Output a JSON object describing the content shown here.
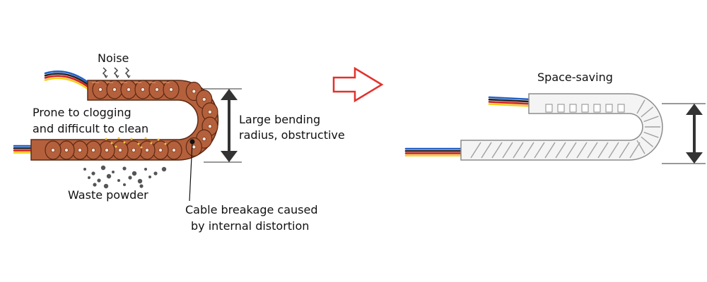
{
  "colors": {
    "chain_fill": "#b5603c",
    "chain_stroke": "#5a2a14",
    "chain_dark": "#7a3a1c",
    "arrow_red": "#e3312b",
    "flat_cable_fill": "#f3f3f3",
    "flat_cable_stroke": "#9a9a9a",
    "wire_blue": "#2060c8",
    "wire_red": "#d42020",
    "wire_yellow": "#f0d020",
    "wire_black": "#222222",
    "dimension_arrow": "#333333"
  },
  "icons": {
    "transition_arrow": "right-arrow-icon",
    "height_arrow": "double-headed-vertical-arrow-icon",
    "noise_marks": "sound-zigzag-icon"
  },
  "labels": {
    "noise": "Noise",
    "clogging_line1": "Prone to clogging",
    "clogging_line2": "and difficult to clean",
    "waste_powder": "Waste powder",
    "large_bending_line1": "Large bending",
    "large_bending_line2": "radius, obstructive",
    "cable_breakage_line1": "Cable breakage caused",
    "cable_breakage_line2": "by internal distortion",
    "space_saving": "Space-saving"
  }
}
